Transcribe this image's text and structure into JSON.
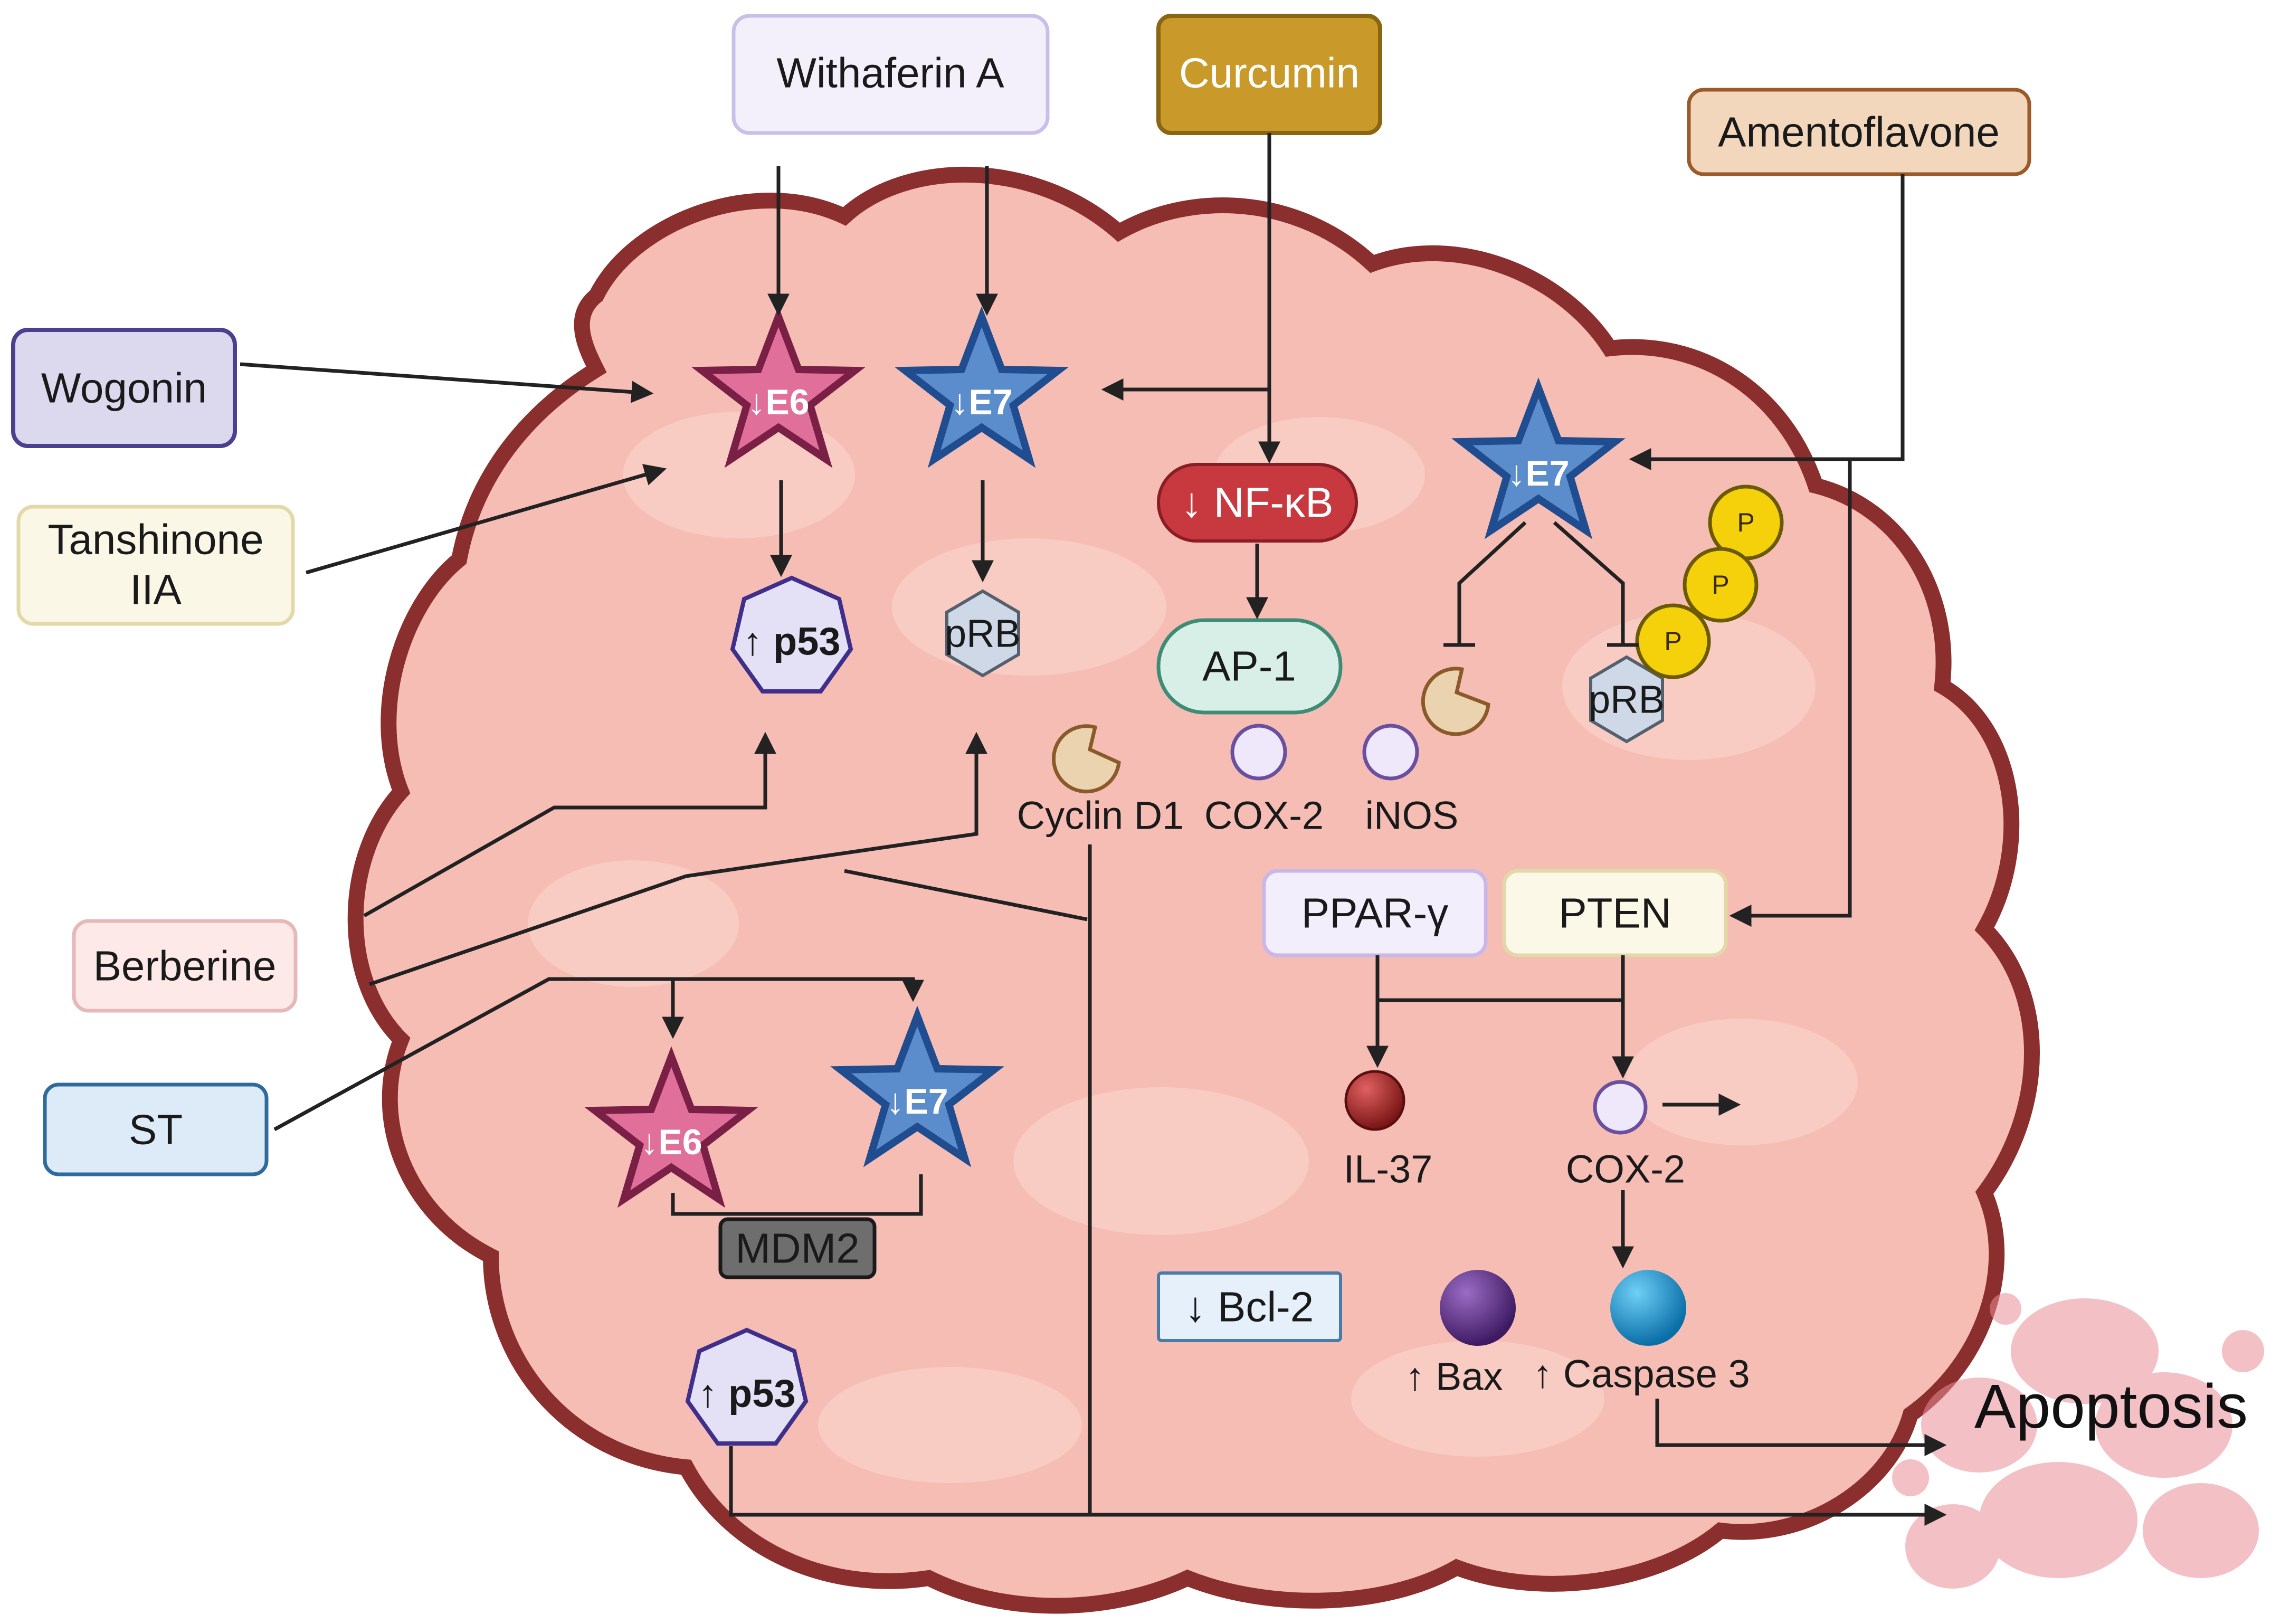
{
  "compounds": {
    "withaferin": "Withaferin A",
    "curcumin": "Curcumin",
    "amentoflavone": "Amentoflavone",
    "wogonin": "Wogonin",
    "tanshinone_l1": "Tanshinone",
    "tanshinone_l2": "IIA",
    "berberine": "Berberine",
    "st": "ST"
  },
  "targets": {
    "e6_top": "↓E6",
    "e7_top": "↓E7",
    "e7_right": "↓E7",
    "e6_bottom": "↓E6",
    "e7_bottom": "↓E7",
    "nfkb": "↓ NF-κB",
    "ap1": "AP-1",
    "p53_top": "↑ p53",
    "p53_bottom": "↑ p53",
    "prb_top": "pRB",
    "prb_right": "pRB",
    "phospho": "P",
    "cyclin": "Cyclin D1",
    "cox2_top": "COX-2",
    "inos": "iNOS",
    "ppar": "PPAR-γ",
    "pten": "PTEN",
    "il37": "IL-37",
    "cox2_bottom": "COX-2",
    "mdm2": "MDM2",
    "bcl2": "↓ Bcl-2",
    "bax": "↑ Bax",
    "caspase": "↑ Caspase 3",
    "apoptosis": "Apoptosis"
  },
  "colors": {
    "tumor_fill": "#f6bdb5",
    "tumor_border": "#8b2e2e",
    "e6_fill": "#e0709a",
    "e6_border": "#7a1f45",
    "e7_fill": "#5b8ccc",
    "e7_border": "#1f4d8f",
    "nfkb": "#c8383f",
    "ap1": "#d8efe8",
    "curcumin": "#c99a2a",
    "amentoflavone": "#f2d7bd",
    "phospho": "#f5d10b",
    "bax": "#5b2c83",
    "caspase": "#1a9ad6",
    "il37": "#b22a2a",
    "mdm2": "#6e6e6e"
  }
}
